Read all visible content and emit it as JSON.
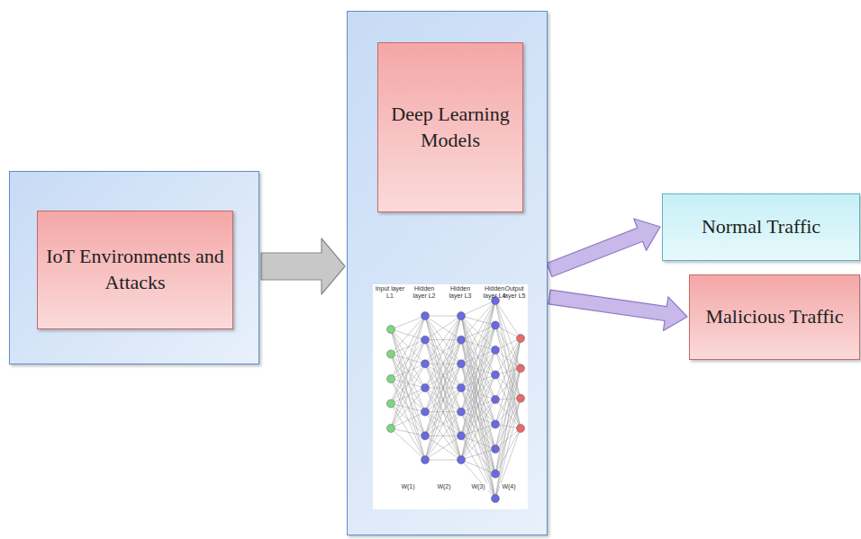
{
  "diagram": {
    "nodes": [
      {
        "text": []
      },
      {
        "text": [
          "IoT Environments and Attacks"
        ],
        "in": 0
      },
      {
        "text": []
      },
      {
        "text": [
          "Deep Learning Models"
        ],
        "in": 2
      },
      {
        "text": [
          "Normal Traffic"
        ]
      },
      {
        "text": [
          "Malicious Traffic"
        ]
      }
    ],
    "edges": [
      {
        "from": 0,
        "to": 2,
        "arrow": "to"
      },
      {
        "from": 2,
        "to": 4,
        "arrow": "to"
      },
      {
        "from": 2,
        "to": 5,
        "arrow": "to"
      }
    ],
    "labels": [
      "Input layer L1",
      "Hidden layer L2",
      "Hidden layer L3",
      "Hidden layer L4",
      "Output layer L5",
      "W(1)",
      "W(2)",
      "W(3)",
      "W(4)"
    ]
  }
}
